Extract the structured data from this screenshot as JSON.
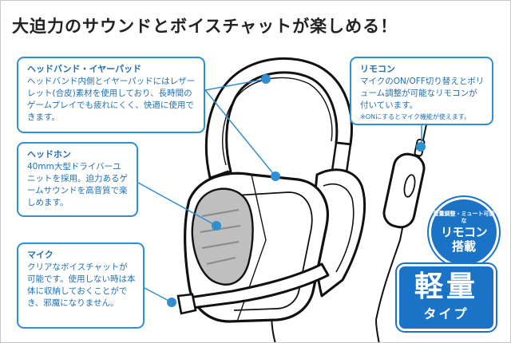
{
  "headline": "大迫力のサウンドとボイスチャットが楽しめる！",
  "callouts": {
    "headband": {
      "title": "ヘッドバンド・イヤーパッド",
      "body": "ヘッドバンド内側とイヤーパッドにはレザーレット(合皮)素材を使用しており、長時間のゲームプレイでも疲れにくく、快適に使用できます。"
    },
    "headphone": {
      "title": "ヘッドホン",
      "body": "40mm大型ドライバーユニットを採用。迫力あるゲームサウンドを高音質で楽しめます。"
    },
    "mic": {
      "title": "マイク",
      "body": "クリアなボイスチャットが可能です。使用しない時は本体に収納しておくことができ、邪魔になりません。"
    },
    "remote": {
      "title": "リモコン",
      "body": "マイクのON/OFF切り替えとボリューム調整が可能なリモコンが付いています。",
      "note": "※ONにするとマイク機能が使えます。"
    }
  },
  "badges": {
    "remote_badge": {
      "small": "音量調整・ミュート可能な",
      "line1": "リモコン",
      "line2": "搭載"
    },
    "weight_badge": {
      "main": "軽量",
      "sub": "タイプ"
    }
  },
  "colors": {
    "accent": "#2f8fd1",
    "badge": "#1a73c7",
    "text": "#222222"
  }
}
